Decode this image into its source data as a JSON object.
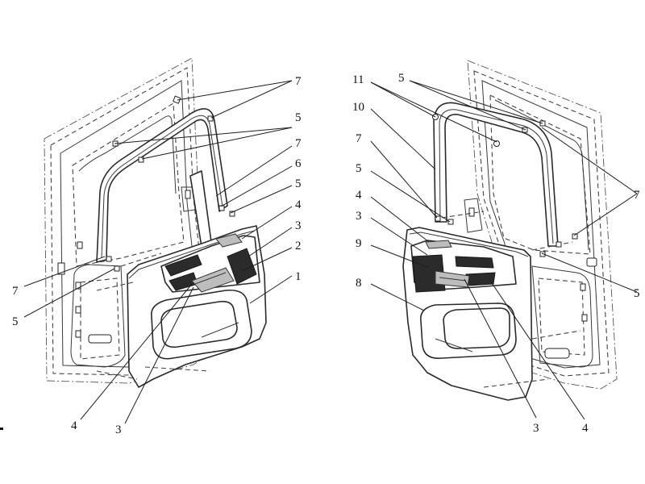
{
  "left_view": {
    "callouts": [
      "7",
      "5",
      "7",
      "6",
      "5",
      "4",
      "3",
      "2",
      "1",
      "7",
      "5",
      "4",
      "3"
    ]
  },
  "right_view": {
    "callouts": [
      "11",
      "5",
      "10",
      "7",
      "5",
      "4",
      "3",
      "9",
      "8",
      "7",
      "5",
      "3",
      "4"
    ]
  },
  "colors": {
    "line": "#2a2a2a",
    "fill_dark": "#2b2b2b",
    "background": "#ffffff"
  }
}
